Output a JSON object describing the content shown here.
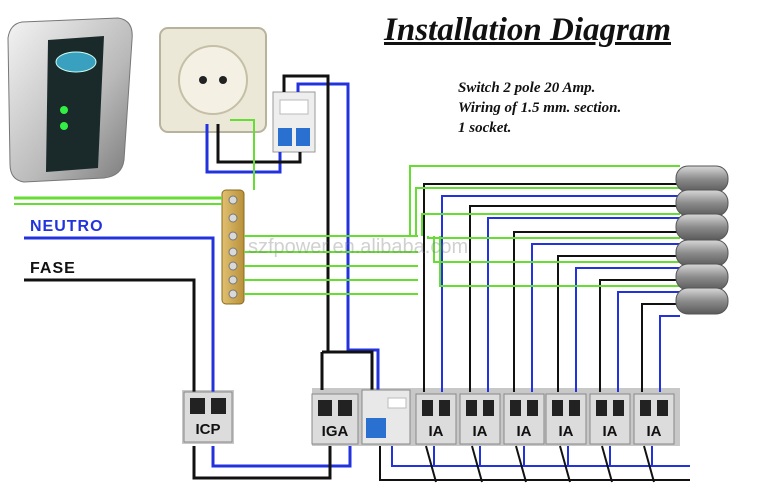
{
  "title": "Installation Diagram",
  "notes": [
    "Switch 2 pole 20 Amp.",
    "Wiring of 1.5 mm. section.",
    "1 socket."
  ],
  "labels": {
    "neutral": "NEUTRO",
    "phase": "FASE"
  },
  "breakers": {
    "main": "ICP",
    "general": "IGA",
    "circuits": [
      "IA",
      "IA",
      "IA",
      "IA",
      "IA",
      "IA"
    ]
  },
  "watermark": "szfpower.en.alibaba.com",
  "colors": {
    "earth": "#66dd33",
    "neutral": "#2233dd",
    "phase": "#111111",
    "breaker_body": "#cfcfcf",
    "panel": "#c8c8c8",
    "cable_end": "#9a9a9a"
  }
}
